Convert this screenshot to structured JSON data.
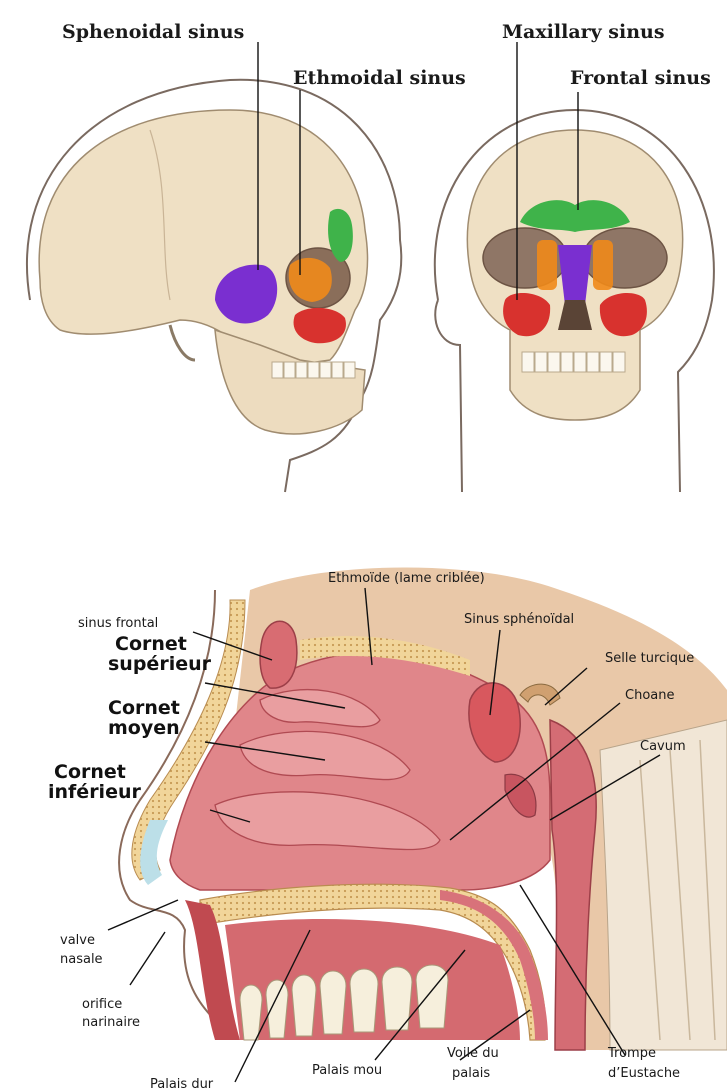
{
  "skull_labels": {
    "sphenoidal": "Sphenoidal sinus",
    "ethmoidal": "Ethmoidal sinus",
    "maxillary": "Maxillary sinus",
    "frontal": "Frontal sinus"
  },
  "section_labels": {
    "ethmoide": "Ethmoïde (lame criblée)",
    "sinus_frontal": "sinus frontal",
    "sinus_sphenoidal": "Sinus sphénoïdal",
    "selle_turcique": "Selle turcique",
    "choane": "Choane",
    "cavum": "Cavum",
    "cornet_superieur_1": "Cornet",
    "cornet_superieur_2": "supérieur",
    "cornet_moyen_1": "Cornet",
    "cornet_moyen_2": "moyen",
    "cornet_inferieur_1": "Cornet",
    "cornet_inferieur_2": "inférieur",
    "valve_nasale_1": "valve",
    "valve_nasale_2": "nasale",
    "orifice_1": "orifice",
    "orifice_2": "narinaire",
    "palais_dur": "Palais dur",
    "palais_mou": "Palais mou",
    "voile_1": "Voile du",
    "voile_2": "palais",
    "trompe_1": "Trompe",
    "trompe_2": "d’Eustache"
  },
  "colors": {
    "sphenoidal": "#7a2fd0",
    "ethmoidal": "#f08a1a",
    "maxillary": "#d8322e",
    "frontal": "#3fb34a",
    "bone": "#efe0c4",
    "skin_outline": "#7a6a60",
    "mucosa": "#e0868a",
    "mucosa_dark": "#c4525a",
    "cancellous": "#e8c890"
  }
}
